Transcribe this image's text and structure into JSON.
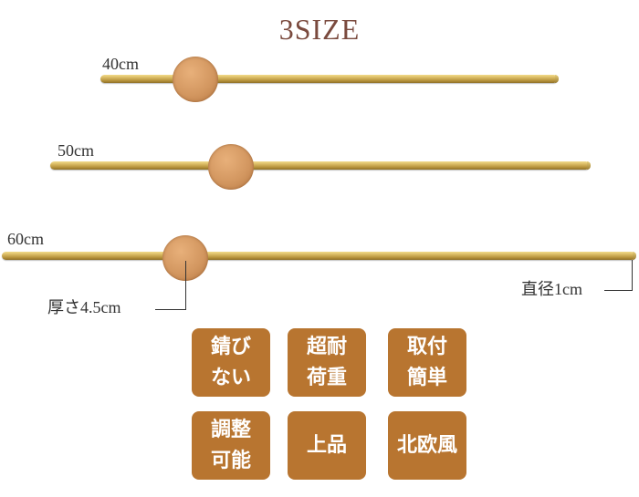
{
  "title": "3SIZE",
  "rods": [
    {
      "label": "40cm"
    },
    {
      "label": "50cm"
    },
    {
      "label": "60cm"
    }
  ],
  "annotations": {
    "thickness": "厚さ4.5cm",
    "diameter": "直径1cm"
  },
  "features": [
    {
      "label": "錆び\nない"
    },
    {
      "label": "超耐\n荷重"
    },
    {
      "label": "取付\n簡単"
    },
    {
      "label": "調整\n可能"
    },
    {
      "label": "上品"
    },
    {
      "label": "北欧風"
    }
  ],
  "colors": {
    "title": "#7a4a3e",
    "badge": "#b87530",
    "rod": "#d8b862",
    "disk": "#d39760"
  }
}
